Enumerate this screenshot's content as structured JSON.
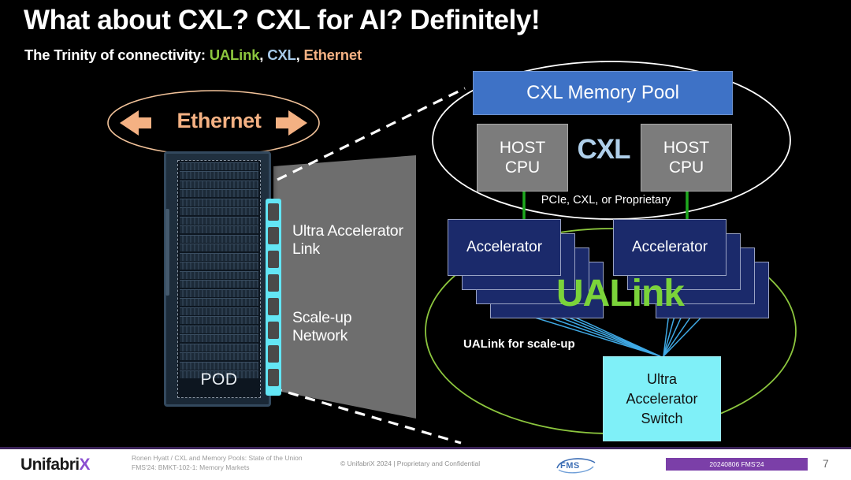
{
  "slide": {
    "title": "What about CXL? CXL for AI? Definitely!",
    "subtitle_prefix": "The Trinity of connectivity: ",
    "subtitle_ualink": "UALink",
    "subtitle_sep1": ", ",
    "subtitle_cxl": "CXL",
    "subtitle_sep2": ", ",
    "subtitle_ethernet": "Ethernet"
  },
  "left_diagram": {
    "ethernet_label": "Ethernet",
    "rack_label": "POD",
    "trapezoid_line1": "Ultra Accelerator\nLink",
    "trapezoid_line2": "Scale-up\nNetwork"
  },
  "right_diagram": {
    "cxl_memory_pool": "CXL Memory Pool",
    "host_cpu_left": "HOST\nCPU",
    "host_cpu_right": "HOST\nCPU",
    "cxl_word": "CXL",
    "pcie_label": "PCIe, CXL, or Proprietary",
    "accelerator_left": "Accelerator",
    "accelerator_right": "Accelerator",
    "ualink_word": "UALink",
    "ualink_scaleup": "UALink for scale-up",
    "ultra_accelerator_switch": "Ultra\nAccelerator\nSwitch"
  },
  "footer": {
    "logo_main": "Unifabri",
    "logo_x": "X",
    "credit_line1": "Ronen Hyatt / CXL and Memory Pools: State of the Union",
    "credit_line2": "FMS'24: BMKT-102-1: Memory Markets",
    "copyright": "© UnifabriX 2024 | Proprietary and Confidential",
    "fms_logo_text": "FMS",
    "badge": "20240806 FMS'24",
    "page_number": "7"
  },
  "colors": {
    "background": "#000000",
    "title_text": "#ffffff",
    "ualink_green": "#8CC63E",
    "cxl_blue": "#A6C9E8",
    "ethernet_peach": "#F4B183",
    "memory_pool_blue": "#3E72C6",
    "host_cpu_gray": "#7c7c7c",
    "accelerator_navy": "#1B2A6B",
    "switch_cyan": "#7FF0F8",
    "ualink_word_green": "#7BD33A",
    "badge_purple": "#7B3FA8",
    "footer_rule": "#3b2359",
    "connector_green": "#2ca02c",
    "link_line_blue": "#3FA9E5"
  }
}
